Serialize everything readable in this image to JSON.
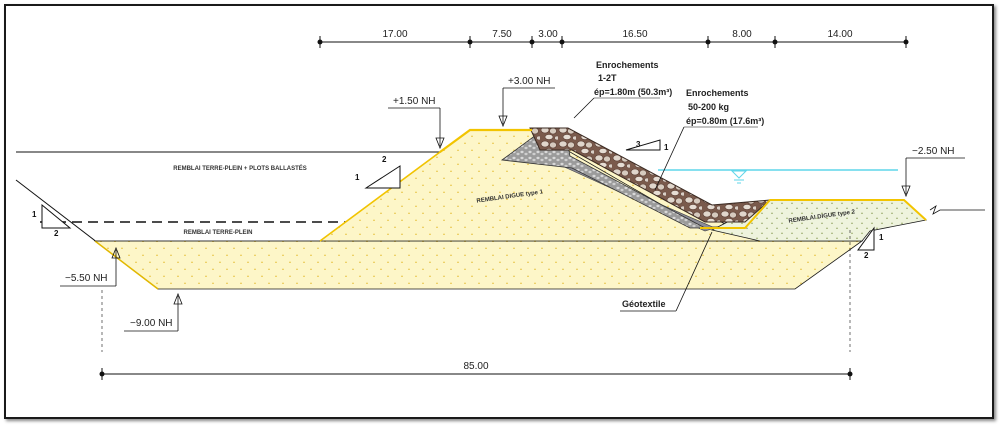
{
  "dimensions_top": [
    "17.00",
    "7.50",
    "3.00",
    "16.50",
    "8.00",
    "14.00"
  ],
  "dimension_bottom": "85.00",
  "levels": {
    "crest": "+3.00 NH",
    "berm": "+1.50 NH",
    "toe_right": "−2.50 NH",
    "left_bottom": "−5.50 NH",
    "bottom": "−9.00 NH"
  },
  "armour": {
    "title": "Enrochements",
    "weight": "1-2T",
    "thickness": "ép=1.80m (50.3m³)"
  },
  "underlayer": {
    "title": "Enrochements",
    "weight": "50-200 kg",
    "thickness": "ép=0.80m (17.6m³)"
  },
  "geotextile": "Géotextile",
  "fills": {
    "terre_plein_plots": "REMBLAI TERRE-PLEIN + PLOTS BALLASTÉS",
    "terre_plein": "REMBLAI TERRE-PLEIN",
    "digue_type1": "REMBLAI DIGUE type 1",
    "digue_type2": "REMBLAI DIGUE type 2"
  },
  "slopes": {
    "left_upper": [
      "2",
      "1"
    ],
    "left_lower": [
      "1",
      "2"
    ],
    "seaward": [
      "3",
      "1"
    ],
    "toe": [
      "1",
      "2"
    ]
  },
  "colors": {
    "fill_yellow": "#fdf6c8",
    "dot_yellow": "#e8c54a",
    "crest_line": "#f2c400",
    "rock_brown": "#8a6a5a",
    "rock_stone": "#d9cfc6",
    "geotextile": "#8c8c96",
    "fill_type2": "#eef3dd",
    "water": "#5fd6ea"
  }
}
